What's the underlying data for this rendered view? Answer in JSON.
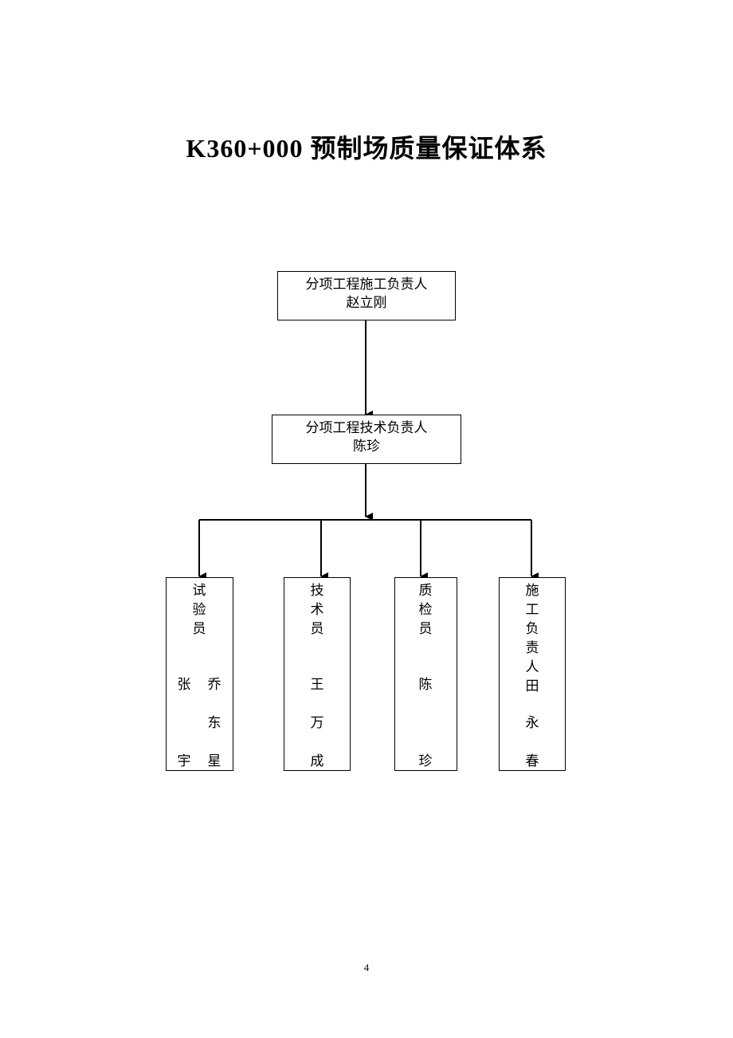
{
  "title": "K360+000 预制场质量保证体系",
  "top_box": {
    "role": "分项工程施工负责人",
    "name": "赵立刚"
  },
  "mid_box": {
    "role": "分项工程技术负责人",
    "name": "陈珍"
  },
  "columns": [
    {
      "role_chars": [
        "试",
        "验",
        "员"
      ],
      "names": [
        [
          "张",
          "宇"
        ],
        [
          "乔",
          "东",
          "星"
        ]
      ]
    },
    {
      "role_chars": [
        "技",
        "术",
        "员"
      ],
      "name_chars": [
        "王",
        "万",
        "成"
      ]
    },
    {
      "role_chars": [
        "质",
        "检",
        "员"
      ],
      "name_chars": [
        "陈",
        "珍"
      ]
    },
    {
      "role_chars": [
        "施",
        "工",
        "负",
        "责",
        "人",
        "田",
        "永",
        "春"
      ]
    }
  ],
  "page_number": "4"
}
